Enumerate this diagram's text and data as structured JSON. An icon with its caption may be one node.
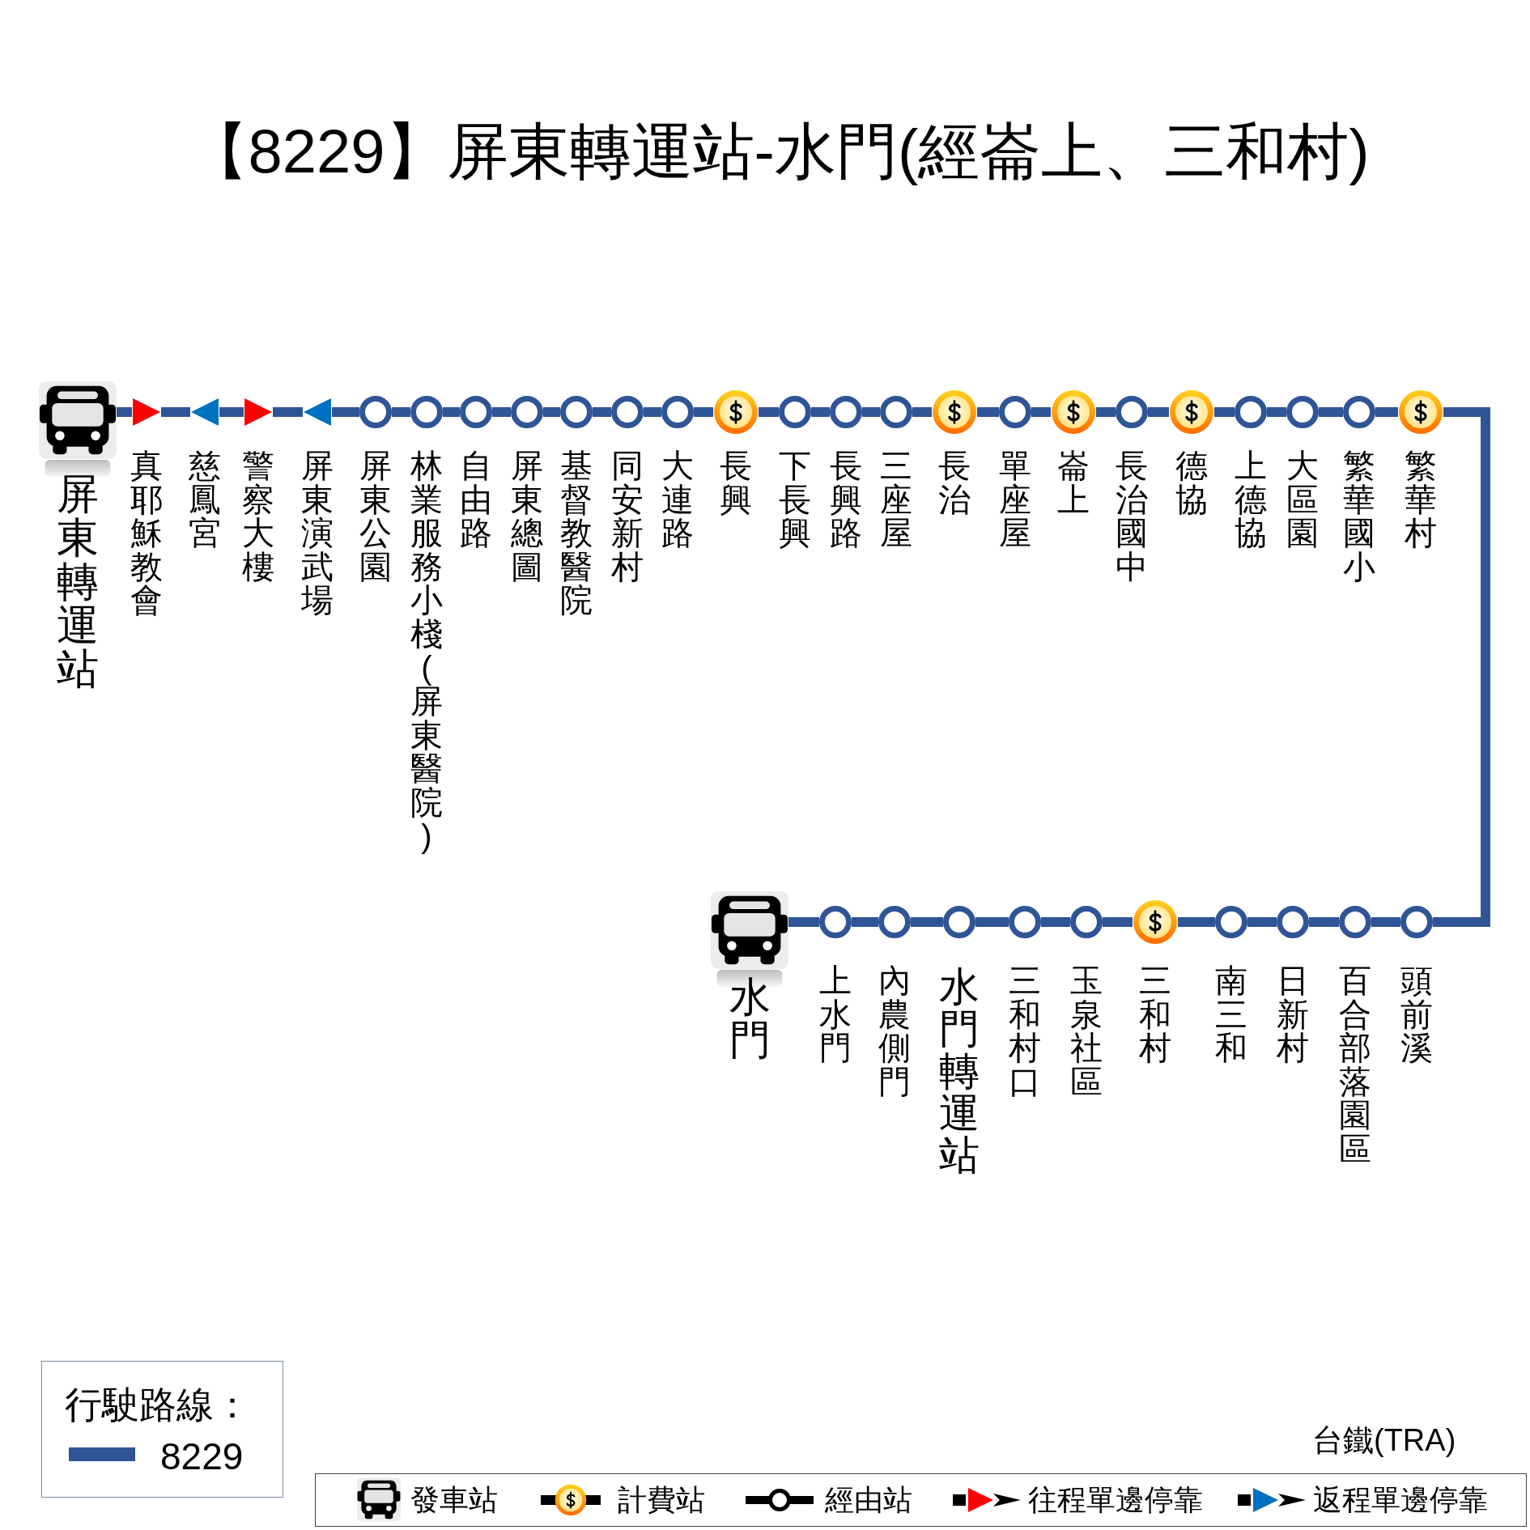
{
  "diagram": {
    "title": "【8229】屏東轉運站-水門(經崙上、三和村)",
    "nodes": [
      {
        "text": [],
        "shape": "bus",
        "beside": [
          "屏東轉運站"
        ]
      },
      {
        "text": [],
        "shape": "triangle",
        "beside": [
          "真耶穌教會"
        ]
      },
      {
        "text": [],
        "shape": "triangle",
        "beside": [
          "慈鳳宮"
        ]
      },
      {
        "text": [],
        "shape": "triangle",
        "beside": [
          "警察大樓"
        ]
      },
      {
        "text": [],
        "shape": "triangle",
        "beside": [
          "屏東演武場"
        ]
      },
      {
        "text": [],
        "shape": "circle",
        "beside": [
          "屏東公園"
        ]
      },
      {
        "text": [],
        "shape": "circle",
        "beside": [
          "林業服務小棧(屏東醫院)"
        ]
      },
      {
        "text": [],
        "shape": "circle",
        "beside": [
          "自由路"
        ]
      },
      {
        "text": [],
        "shape": "circle",
        "beside": [
          "屏東總圖"
        ]
      },
      {
        "text": [],
        "shape": "circle",
        "beside": [
          "基督教醫院"
        ]
      },
      {
        "text": [],
        "shape": "circle",
        "beside": [
          "同安新村"
        ]
      },
      {
        "text": [],
        "shape": "circle",
        "beside": [
          "大連路"
        ]
      },
      {
        "text": [],
        "shape": "coin",
        "beside": [
          "長興"
        ]
      },
      {
        "text": [],
        "shape": "circle",
        "beside": [
          "下長興"
        ]
      },
      {
        "text": [],
        "shape": "circle",
        "beside": [
          "長興路"
        ]
      },
      {
        "text": [],
        "shape": "circle",
        "beside": [
          "三座屋"
        ]
      },
      {
        "text": [],
        "shape": "coin",
        "beside": [
          "長治"
        ]
      },
      {
        "text": [],
        "shape": "circle",
        "beside": [
          "單座屋"
        ]
      },
      {
        "text": [],
        "shape": "coin",
        "beside": [
          "崙上"
        ]
      },
      {
        "text": [],
        "shape": "circle",
        "beside": [
          "長治國中"
        ]
      },
      {
        "text": [],
        "shape": "coin",
        "beside": [
          "德協"
        ]
      },
      {
        "text": [],
        "shape": "circle",
        "beside": [
          "上德協"
        ]
      },
      {
        "text": [],
        "shape": "circle",
        "beside": [
          "大區園"
        ]
      },
      {
        "text": [],
        "shape": "circle",
        "beside": [
          "繁華國小"
        ]
      },
      {
        "text": [],
        "shape": "coin",
        "beside": [
          "繁華村"
        ]
      },
      {
        "text": [],
        "shape": "circle",
        "beside": [
          "頭前溪"
        ]
      },
      {
        "text": [],
        "shape": "circle",
        "beside": [
          "百合部落園區"
        ]
      },
      {
        "text": [],
        "shape": "circle",
        "beside": [
          "日新村"
        ]
      },
      {
        "text": [],
        "shape": "circle",
        "beside": [
          "南三和"
        ]
      },
      {
        "text": [],
        "shape": "coin",
        "beside": [
          "三和村"
        ]
      },
      {
        "text": [],
        "shape": "circle",
        "beside": [
          "玉泉社區"
        ]
      },
      {
        "text": [],
        "shape": "circle",
        "beside": [
          "三和村口"
        ]
      },
      {
        "text": [],
        "shape": "circle",
        "beside": [
          "水門轉運站"
        ]
      },
      {
        "text": [],
        "shape": "circle",
        "beside": [
          "內農側門"
        ]
      },
      {
        "text": [],
        "shape": "circle",
        "beside": [
          "上水門"
        ]
      },
      {
        "text": [],
        "shape": "bus",
        "beside": [
          "水門"
        ]
      }
    ],
    "edges": [
      {
        "from": 0,
        "to": 1,
        "arrow": "none"
      },
      {
        "from": 1,
        "to": 2,
        "arrow": "none"
      },
      {
        "from": 2,
        "to": 3,
        "arrow": "none"
      },
      {
        "from": 3,
        "to": 4,
        "arrow": "none"
      },
      {
        "from": 4,
        "to": 5,
        "arrow": "none"
      },
      {
        "from": 5,
        "to": 6,
        "arrow": "none"
      },
      {
        "from": 6,
        "to": 7,
        "arrow": "none"
      },
      {
        "from": 7,
        "to": 8,
        "arrow": "none"
      },
      {
        "from": 8,
        "to": 9,
        "arrow": "none"
      },
      {
        "from": 9,
        "to": 10,
        "arrow": "none"
      },
      {
        "from": 10,
        "to": 11,
        "arrow": "none"
      },
      {
        "from": 11,
        "to": 12,
        "arrow": "none"
      },
      {
        "from": 12,
        "to": 13,
        "arrow": "none"
      },
      {
        "from": 13,
        "to": 14,
        "arrow": "none"
      },
      {
        "from": 14,
        "to": 15,
        "arrow": "none"
      },
      {
        "from": 15,
        "to": 16,
        "arrow": "none"
      },
      {
        "from": 16,
        "to": 17,
        "arrow": "none"
      },
      {
        "from": 17,
        "to": 18,
        "arrow": "none"
      },
      {
        "from": 18,
        "to": 19,
        "arrow": "none"
      },
      {
        "from": 19,
        "to": 20,
        "arrow": "none"
      },
      {
        "from": 20,
        "to": 21,
        "arrow": "none"
      },
      {
        "from": 21,
        "to": 22,
        "arrow": "none"
      },
      {
        "from": 22,
        "to": 23,
        "arrow": "none"
      },
      {
        "from": 23,
        "to": 24,
        "arrow": "none"
      },
      {
        "from": 24,
        "to": 25,
        "arrow": "none"
      },
      {
        "from": 25,
        "to": 26,
        "arrow": "none"
      },
      {
        "from": 26,
        "to": 27,
        "arrow": "none"
      },
      {
        "from": 27,
        "to": 28,
        "arrow": "none"
      },
      {
        "from": 28,
        "to": 29,
        "arrow": "none"
      },
      {
        "from": 29,
        "to": 30,
        "arrow": "none"
      },
      {
        "from": 30,
        "to": 31,
        "arrow": "none"
      },
      {
        "from": 31,
        "to": 32,
        "arrow": "none"
      },
      {
        "from": 32,
        "to": 33,
        "arrow": "none"
      },
      {
        "from": 33,
        "to": 34,
        "arrow": "none"
      },
      {
        "from": 34,
        "to": 35,
        "arrow": "none"
      }
    ],
    "labels": [
      "行駛路線：",
      "台鐵(TRA)"
    ],
    "legend": [
      {
        "text": "8229",
        "color": "#2f5597"
      },
      {
        "text": "發車站"
      },
      {
        "text": "計費站"
      },
      {
        "text": "經由站"
      },
      {
        "text": "往程單邊停靠"
      },
      {
        "text": "返程單邊停靠"
      }
    ]
  }
}
